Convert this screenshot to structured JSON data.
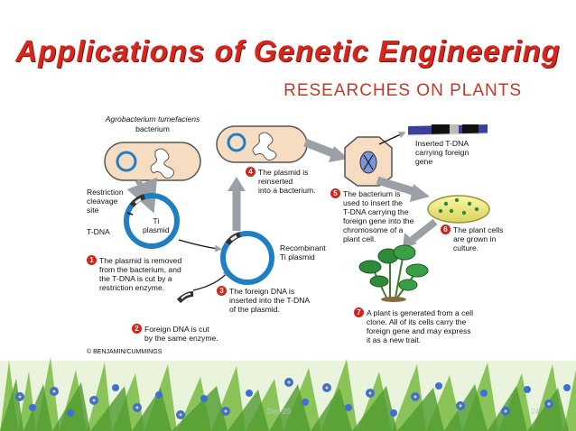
{
  "slide": {
    "title": "Applications of Genetic Engineering",
    "subtitle": "RESEARCHES ON PLANTS",
    "footer": "Dec-20",
    "page_number": "24"
  },
  "figure": {
    "organism_name": "Agrobacterium tumefaciens",
    "organism_suffix": "bacterium",
    "labels": {
      "restriction_site": "Restriction\ncleavage\nsite",
      "tdna": "T-DNA",
      "ti_plasmid": "Ti\nplasmid",
      "recombinant": "Recombinant\nTi plasmid",
      "inserted_tdna": "Inserted T-DNA\ncarrying foreign\ngene",
      "credit": "© BENJAMIN/CUMMINGS"
    },
    "steps": [
      {
        "num": "1",
        "text": "The plasmid is removed\nfrom the bacterium, and\nthe T-DNA is cut by a\nrestriction enzyme."
      },
      {
        "num": "2",
        "text": "Foreign DNA is cut\nby the same enzyme."
      },
      {
        "num": "3",
        "text": "The foreign DNA is\ninserted into the T-DNA\nof the plasmid."
      },
      {
        "num": "4",
        "text": "The plasmid is\nreinserted\ninto a bacterium."
      },
      {
        "num": "5",
        "text": "The bacterium is\nused to insert the\nT-DNA carrying the\nforeign gene into the\nchromosome of a\nplant cell."
      },
      {
        "num": "6",
        "text": "The plant cells\nare grown in\nculture."
      },
      {
        "num": "7",
        "text": "A plant is generated from a cell\nclone. All of its cells carry the\nforeign gene and may express\nit as a new trait."
      }
    ]
  },
  "colors": {
    "title": "#d8261c",
    "badge": "#d0241a",
    "cell_fill": "#f6dcc0",
    "plasmid": "#1e7fc4",
    "arrow": "#9aa0a6"
  }
}
